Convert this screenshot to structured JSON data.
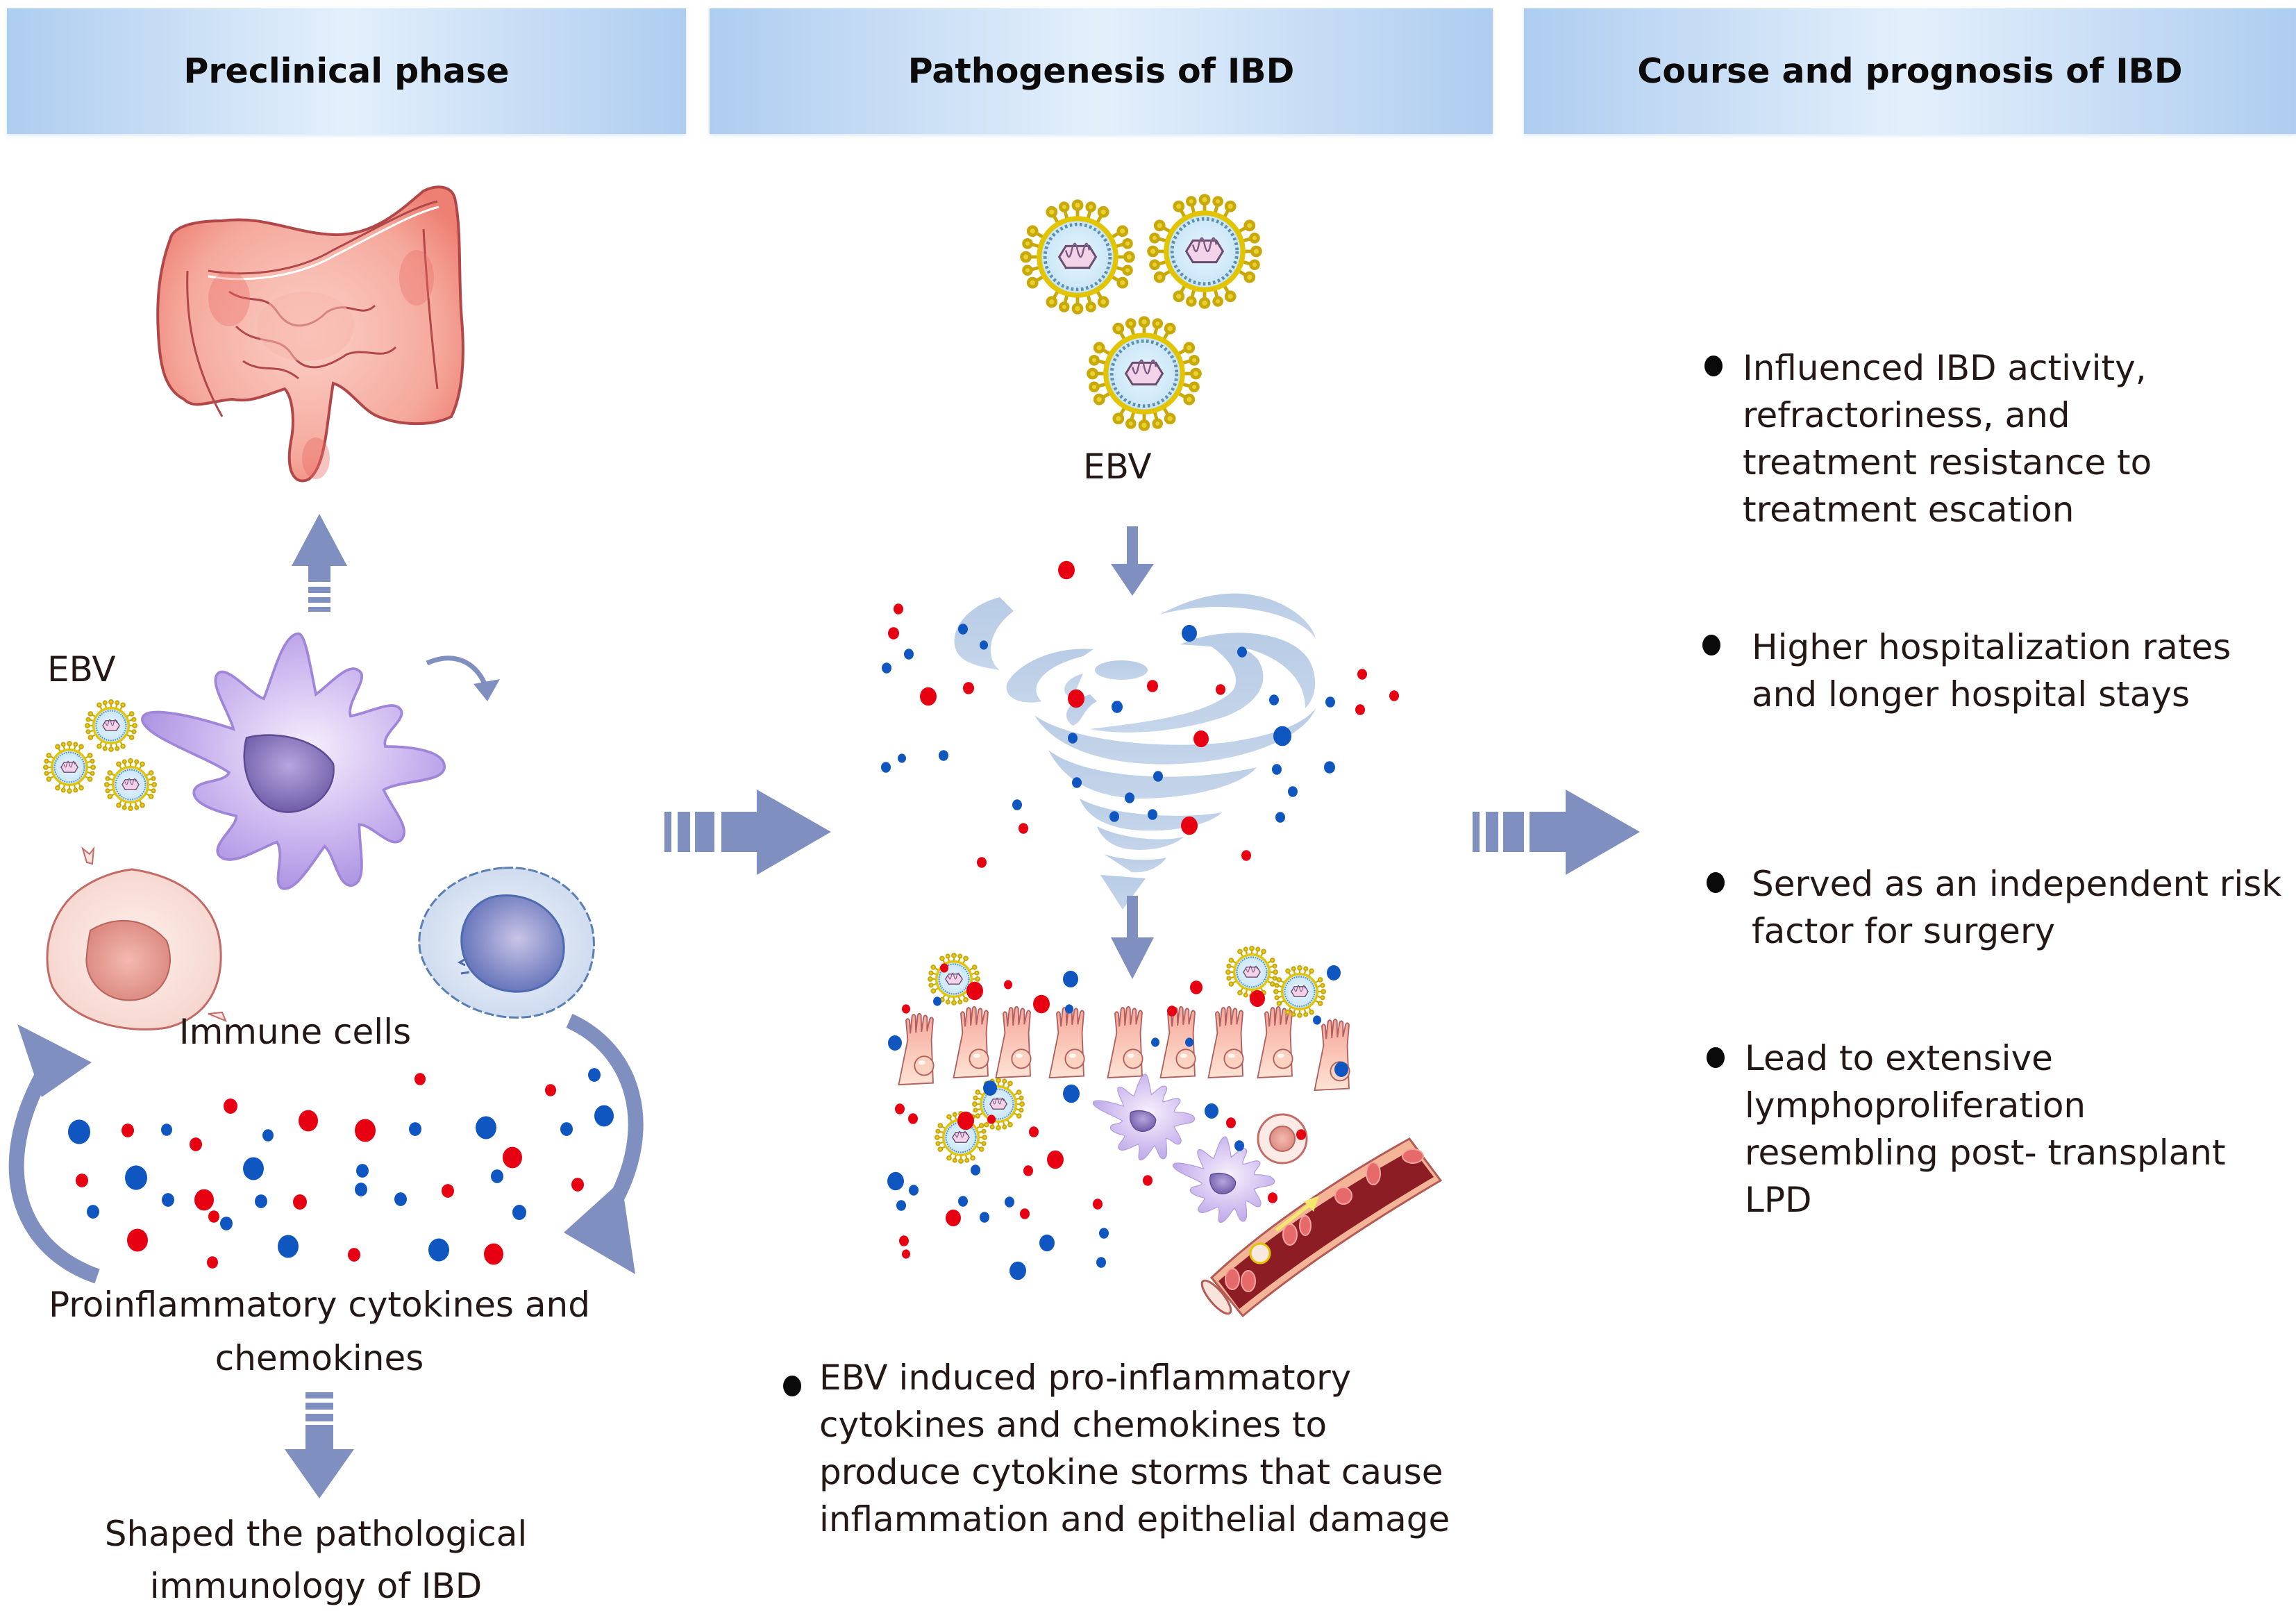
{
  "headers": {
    "preclinical": "Preclinical phase",
    "pathogenesis": "Pathogenesis of IBD",
    "course": "Course and prognosis of IBD"
  },
  "preclinical": {
    "ebv_label": "EBV",
    "immune_cells_label": "Immune cells",
    "cytokines_label_line1": "Proinflammatory cytokines and",
    "cytokines_label_line2": "chemokines",
    "outcome_line1": "Shaped the pathological",
    "outcome_line2": "immunology of IBD"
  },
  "pathogenesis": {
    "ebv_label": "EBV",
    "bullet_lines": [
      "EBV induced pro-inflammatory",
      "cytokines and chemokines to",
      "produce cytokine storms that cause",
      "inflammation and epithelial damage"
    ]
  },
  "course": {
    "bullets": [
      {
        "lines": [
          "Influenced IBD activity,",
          "refractoriness, and",
          "treatment resistance to",
          "treatment escation"
        ]
      },
      {
        "lines": [
          "Higher hospitalization rates",
          "and longer hospital stays"
        ]
      },
      {
        "lines": [
          "Served as an independent risk",
          "factor for surgery"
        ]
      },
      {
        "lines": [
          "Lead to extensive",
          "lymphoproliferation",
          "resembling post- transplant",
          "LPD"
        ]
      }
    ]
  },
  "colors": {
    "arrow": "#7f8fbf",
    "cytokine_red": "#e60012",
    "cytokine_blue": "#0f56c0",
    "header_gradient_edge": "#aecdf0",
    "header_gradient_center": "#e3f0fc",
    "text": "#231815"
  }
}
